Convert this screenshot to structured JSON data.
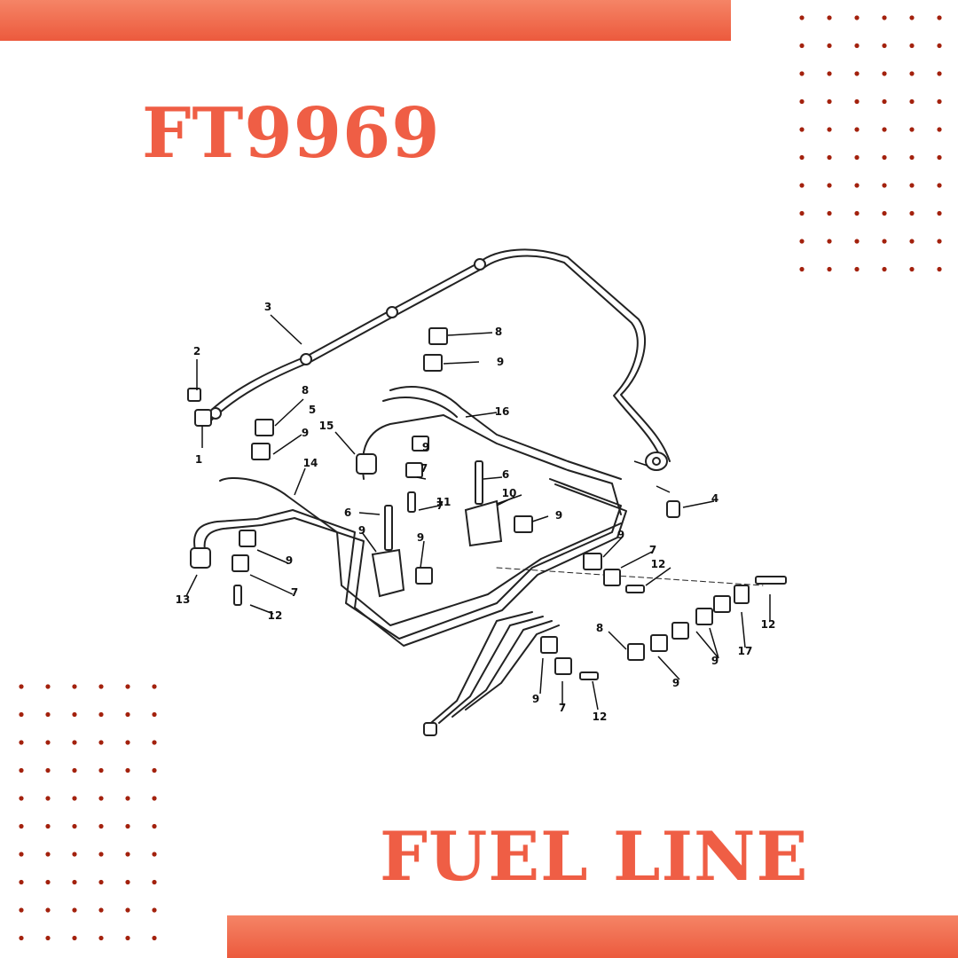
{
  "header": {
    "part_number": "FT9969"
  },
  "footer": {
    "product_name": "FUEL LINE"
  },
  "diagram": {
    "callouts": [
      "1",
      "2",
      "3",
      "4",
      "5",
      "6",
      "6",
      "7",
      "7",
      "7",
      "7",
      "7",
      "8",
      "8",
      "8",
      "9",
      "9",
      "9",
      "9",
      "9",
      "9",
      "9",
      "9",
      "9",
      "9",
      "9",
      "10",
      "11",
      "12",
      "12",
      "12",
      "12",
      "13",
      "14",
      "15",
      "16",
      "17"
    ]
  },
  "colors": {
    "accent": "#ef5e45",
    "bar": "#ec5a3d",
    "dot": "#a3210d",
    "line": "#222222"
  }
}
